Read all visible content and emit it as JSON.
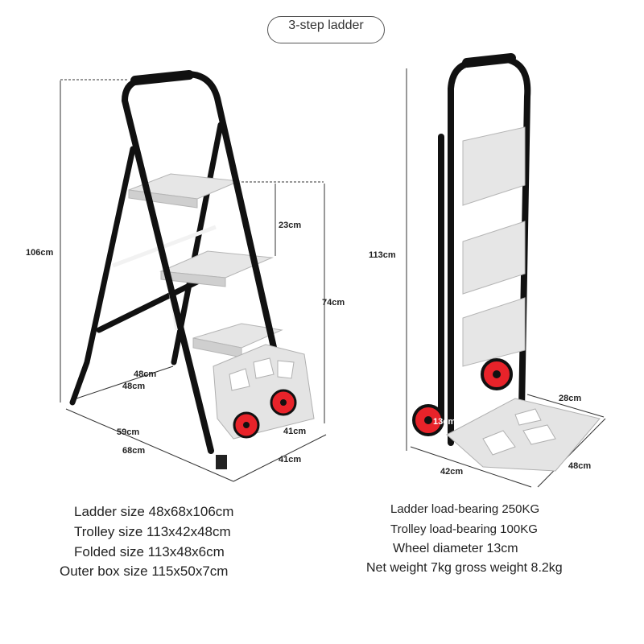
{
  "title": "3-step ladder",
  "ladder_dims": {
    "height": "106cm",
    "step_gap": "23cm",
    "step_height": "74cm",
    "depth_inner": "48cm",
    "depth_outer": "48cm",
    "width_inner": "59cm",
    "width_outer": "68cm",
    "base_a": "41cm",
    "base_b": "41cm"
  },
  "trolley_dims": {
    "height": "113cm",
    "plate_depth": "28cm",
    "wheel": "13cm",
    "width": "42cm",
    "length": "48cm"
  },
  "specs_left": [
    "Ladder size 48x68x106cm",
    "Trolley size 113x42x48cm",
    "Folded size 113x48x6cm",
    "Outer box size 115x50x7cm"
  ],
  "specs_right": [
    "Ladder load-bearing 250KG",
    "Trolley load-bearing 100KG",
    "Wheel diameter 13cm",
    "Net weight 7kg gross weight 8.2kg"
  ],
  "colors": {
    "frame": "#111111",
    "step": "#e4e4e4",
    "wheel": "#e8232a"
  }
}
